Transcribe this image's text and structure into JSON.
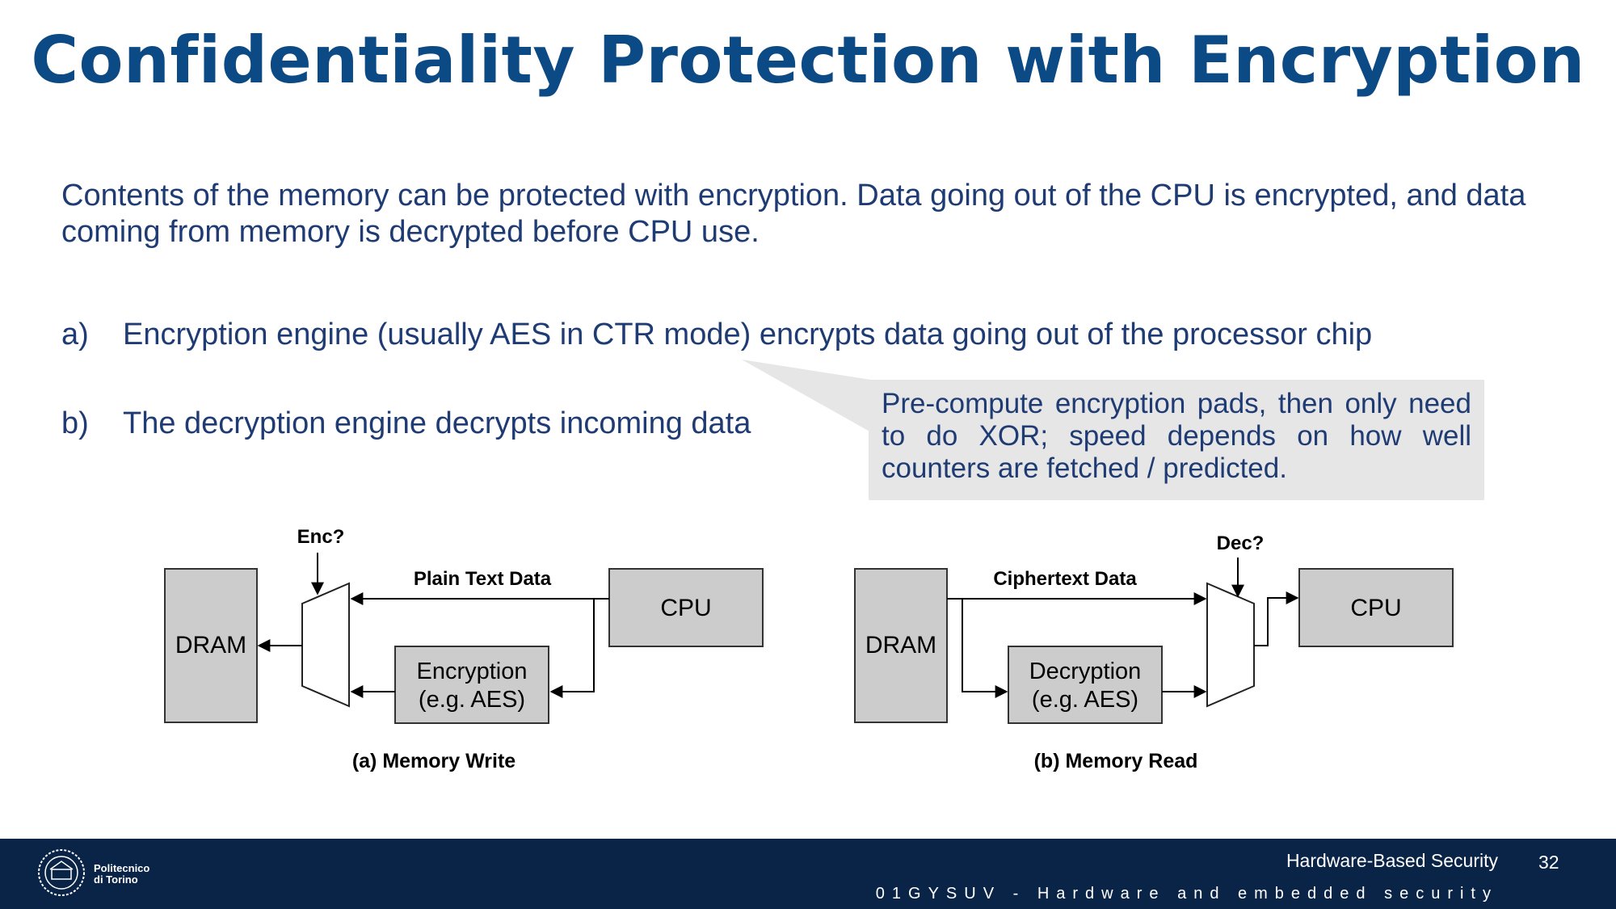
{
  "slide": {
    "title": "Confidentiality Protection with Encryption",
    "intro": "Contents of the memory can be protected with encryption. Data going out of the CPU is encrypted, and data coming from memory is decrypted before CPU use.",
    "items": [
      {
        "marker": "a)",
        "text": "Encryption engine (usually AES in CTR mode) encrypts data going out of the processor chip"
      },
      {
        "marker": "b)",
        "text": "The decryption engine decrypts incoming data"
      }
    ],
    "callout": "Pre-compute encryption pads, then only need to do XOR; speed depends on how well counters are fetched / predicted."
  },
  "diagram_write": {
    "dram": "DRAM",
    "cpu": "CPU",
    "engine_line1": "Encryption",
    "engine_line2": "(e.g. AES)",
    "mux_label": "Enc?",
    "data_label": "Plain Text Data",
    "caption": "(a) Memory Write"
  },
  "diagram_read": {
    "dram": "DRAM",
    "cpu": "CPU",
    "engine_line1": "Decryption",
    "engine_line2": "(e.g. AES)",
    "mux_label": "Dec?",
    "data_label": "Ciphertext Data",
    "caption": "(b) Memory Read"
  },
  "footer": {
    "course": "Hardware-Based Security",
    "page": "32",
    "subtitle": "01GYSUV - Hardware and embedded security",
    "logo_line1": "Politecnico",
    "logo_line2": "di Torino"
  },
  "colors": {
    "title": "#0b4a84",
    "body_text": "#1f3b73",
    "footer_bg": "#0a2447",
    "box_fill": "#cccccc",
    "callout_bg": "#e6e6e6"
  }
}
